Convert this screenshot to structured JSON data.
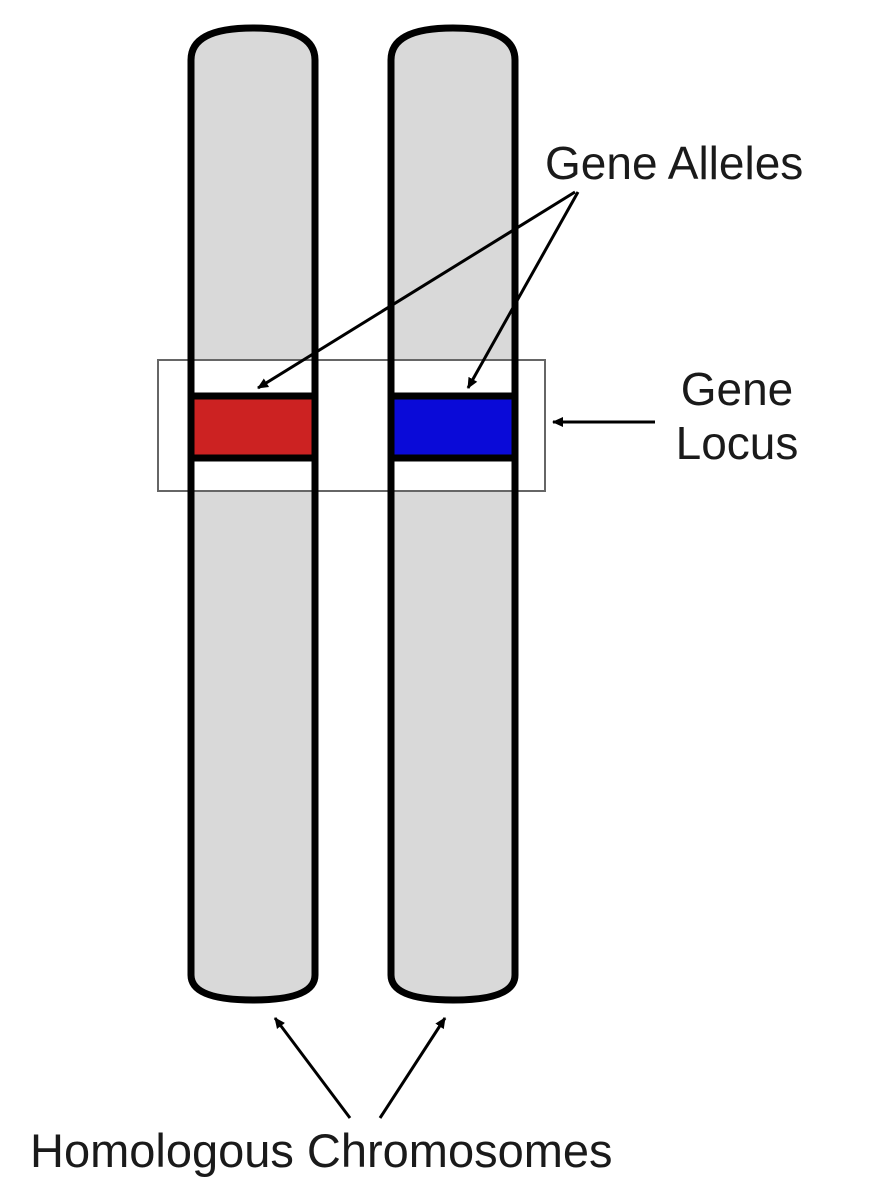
{
  "labels": {
    "gene_alleles": "Gene Alleles",
    "gene_locus_line1": "Gene",
    "gene_locus_line2": "Locus",
    "homologous_chromosomes": "Homologous Chromosomes"
  },
  "colors": {
    "chromosome_fill": "#d9d9d9",
    "outline": "#000000",
    "allele_left": "#cc2222",
    "allele_right": "#0a0ad8",
    "locus_box": "#666666",
    "locus_box_fill": "#ffffff"
  },
  "chromosomes": [
    {
      "name": "left-chromosome",
      "allele_color": "#cc2222"
    },
    {
      "name": "right-chromosome",
      "allele_color": "#0a0ad8"
    }
  ]
}
